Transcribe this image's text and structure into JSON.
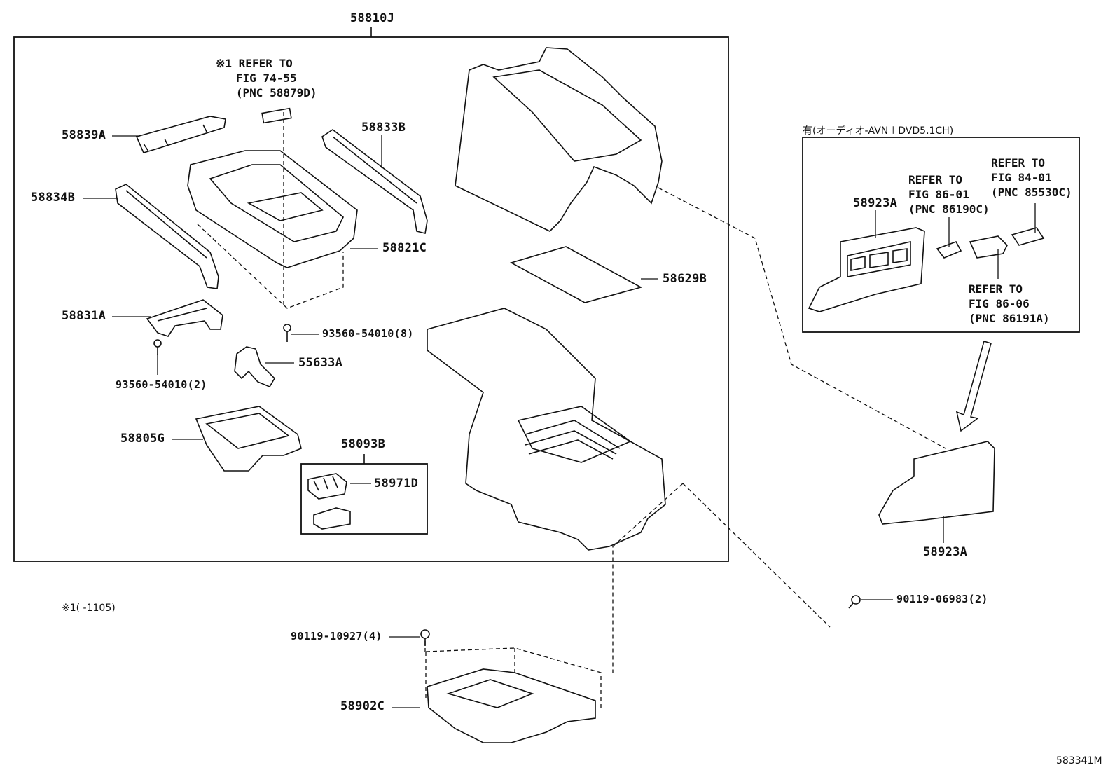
{
  "labels": {
    "p58810J": "58810J",
    "p58839A": "58839A",
    "p58834B": "58834B",
    "p58833B": "58833B",
    "p58821C": "58821C",
    "p58629B": "58629B",
    "p58831A": "58831A",
    "p93560_8": "93560-54010(8)",
    "p93560_2": "93560-54010(2)",
    "p55633A": "55633A",
    "p58805G": "58805G",
    "p58093B": "58093B",
    "p58971D": "58971D",
    "p58923A_in": "58923A",
    "p58923A_out": "58923A",
    "p90119_06983": "90119-06983(2)",
    "p90119_10927": "90119-10927(4)",
    "p58902C": "58902C"
  },
  "notes": {
    "ref_74": "※1 REFER TO\n   FIG 74-55\n   (PNC 58879D)",
    "ref_86_01": "REFER TO\nFIG 86-01\n(PNC 86190C)",
    "ref_84_01": "REFER TO\nFIG 84-01\n(PNC 85530C)",
    "ref_86_06": "REFER TO\nFIG 86-06\n(PNC 86191A)",
    "option_header": "有(オーディオ-AVN＋DVD5.1CH)",
    "footnote": "※1(     -1105)",
    "figure_code": "583341M"
  }
}
